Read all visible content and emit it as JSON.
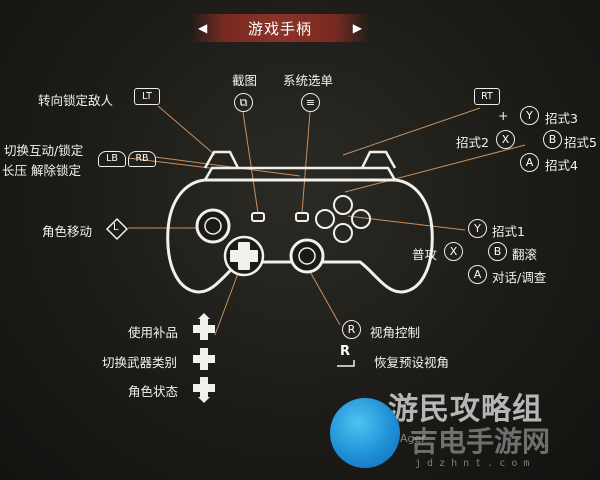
{
  "header": {
    "title": "游戏手柄",
    "left_arrow": "◀",
    "right_arrow": "▶"
  },
  "top_buttons": {
    "screenshot_label": "截图",
    "menu_label": "系统选单"
  },
  "left_labels": {
    "lt_label": "转向锁定敌人",
    "lt_tag": "LT",
    "lb_rb_line1": "切换互动/锁定",
    "lb_rb_line2": "长压  解除锁定",
    "lb_tag": "LB",
    "rb_tag": "RB",
    "move_label": "角色移动",
    "move_glyph": "L",
    "use_item": "使用补品",
    "switch_weapon": "切换武器类别",
    "char_status": "角色状态"
  },
  "right_labels": {
    "rt_tag": "RT",
    "plus": "+",
    "y3": "招式3",
    "x2": "招式2",
    "b5": "招式5",
    "a4": "招式4",
    "y1": "招式1",
    "attack": "普攻",
    "roll": "翻滚",
    "talk": "对话/调查",
    "camera": "视角控制",
    "camera_glyph": "R",
    "reset_camera": "恢复预设视角",
    "reset_glyph": "R"
  },
  "face_glyphs": {
    "y": "Y",
    "x": "X",
    "b": "B",
    "a": "A"
  },
  "watermark": {
    "top": "游民攻略组",
    "bottom": "吉电手游网",
    "url": "j d z h n t . c o m",
    "small": "Ager"
  },
  "colors": {
    "title_bar": "#8a3228",
    "leader_line": "#c98f5e",
    "logo": "#1f8fd6"
  }
}
